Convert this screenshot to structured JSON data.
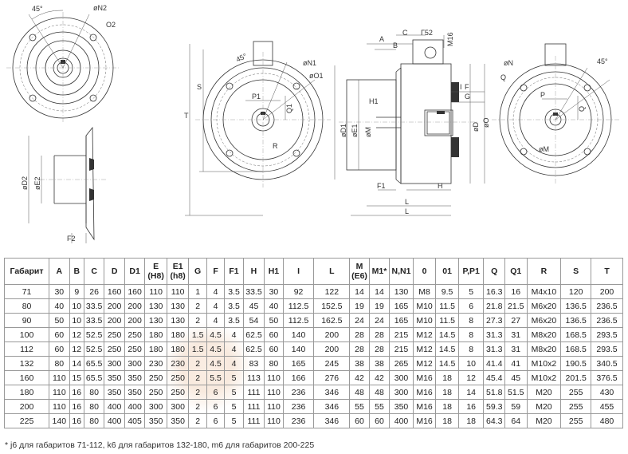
{
  "labels": {
    "angle45": "45°",
    "N2": "øN2",
    "O2": "O2",
    "D2": "øD2",
    "E2": "øE2",
    "F2": "F2",
    "S": "S",
    "T": "T",
    "N1": "øN1",
    "O1": "øO1",
    "P1": "P1",
    "Q1": "Q1",
    "R": "R",
    "A": "A",
    "B": "B",
    "C": "C",
    "G_box": "Г52",
    "M16": "M16",
    "H1": "H1",
    "D1": "øD1",
    "E1": "øE1",
    "M": "øM",
    "I": "I",
    "F": "F",
    "G": "G",
    "D": "øD",
    "O": "øO",
    "F1": "F1",
    "H": "H",
    "L": "L",
    "N": "øN",
    "Q": "Q",
    "P": "P",
    "M_right": "øM"
  },
  "table": {
    "headers": [
      "Габарит",
      "A",
      "B",
      "C",
      "D",
      "D1",
      "E\n(H8)",
      "E1\n(h8)",
      "G",
      "F",
      "F1",
      "H",
      "H1",
      "I",
      "L",
      "M\n(E6)",
      "M1*",
      "N,N1",
      "0",
      "01",
      "P,P1",
      "Q",
      "Q1",
      "R",
      "S",
      "T"
    ],
    "rows": [
      [
        "71",
        "30",
        "9",
        "26",
        "160",
        "160",
        "110",
        "110",
        "1",
        "4",
        "3.5",
        "33.5",
        "30",
        "92",
        "122",
        "14",
        "14",
        "130",
        "M8",
        "9.5",
        "5",
        "16.3",
        "16",
        "M4x10",
        "120",
        "200"
      ],
      [
        "80",
        "40",
        "10",
        "33.5",
        "200",
        "200",
        "130",
        "130",
        "2",
        "4",
        "3.5",
        "45",
        "40",
        "112.5",
        "152.5",
        "19",
        "19",
        "165",
        "M10",
        "11.5",
        "6",
        "21.8",
        "21.5",
        "M6x20",
        "136.5",
        "236.5"
      ],
      [
        "90",
        "50",
        "10",
        "33.5",
        "200",
        "200",
        "130",
        "130",
        "2",
        "4",
        "3.5",
        "54",
        "50",
        "112.5",
        "162.5",
        "24",
        "24",
        "165",
        "M10",
        "11.5",
        "8",
        "27.3",
        "27",
        "M6x20",
        "136.5",
        "236.5"
      ],
      [
        "100",
        "60",
        "12",
        "52.5",
        "250",
        "250",
        "180",
        "180",
        "1.5",
        "4.5",
        "4",
        "62.5",
        "60",
        "140",
        "200",
        "28",
        "28",
        "215",
        "M12",
        "14.5",
        "8",
        "31.3",
        "31",
        "M8x20",
        "168.5",
        "293.5"
      ],
      [
        "112",
        "60",
        "12",
        "52.5",
        "250",
        "250",
        "180",
        "180",
        "1.5",
        "4.5",
        "4",
        "62.5",
        "60",
        "140",
        "200",
        "28",
        "28",
        "215",
        "M12",
        "14.5",
        "8",
        "31.3",
        "31",
        "M8x20",
        "168.5",
        "293.5"
      ],
      [
        "132",
        "80",
        "14",
        "65.5",
        "300",
        "300",
        "230",
        "230",
        "2",
        "4.5",
        "4",
        "83",
        "80",
        "165",
        "245",
        "38",
        "38",
        "265",
        "M12",
        "14.5",
        "10",
        "41.4",
        "41",
        "M10x2",
        "190.5",
        "340.5"
      ],
      [
        "160",
        "110",
        "15",
        "65.5",
        "350",
        "350",
        "250",
        "250",
        "2",
        "5.5",
        "5",
        "113",
        "110",
        "166",
        "276",
        "42",
        "42",
        "300",
        "M16",
        "18",
        "12",
        "45.4",
        "45",
        "M10x2",
        "201.5",
        "376.5"
      ],
      [
        "180",
        "110",
        "16",
        "80",
        "350",
        "350",
        "250",
        "250",
        "2",
        "6",
        "5",
        "111",
        "110",
        "236",
        "346",
        "48",
        "48",
        "300",
        "M16",
        "18",
        "14",
        "51.8",
        "51.5",
        "M20",
        "255",
        "430"
      ],
      [
        "200",
        "110",
        "16",
        "80",
        "400",
        "400",
        "300",
        "300",
        "2",
        "6",
        "5",
        "111",
        "110",
        "236",
        "346",
        "55",
        "55",
        "350",
        "M16",
        "18",
        "16",
        "59.3",
        "59",
        "M20",
        "255",
        "455"
      ],
      [
        "225",
        "140",
        "16",
        "80",
        "400",
        "405",
        "350",
        "350",
        "2",
        "6",
        "5",
        "111",
        "110",
        "236",
        "346",
        "60",
        "60",
        "400",
        "M16",
        "18",
        "18",
        "64.3",
        "64",
        "M20",
        "255",
        "480"
      ]
    ]
  },
  "footnote": "* j6 для габаритов 71-112, k6 для габаритов 132-180, m6 для габаритов 200-225"
}
